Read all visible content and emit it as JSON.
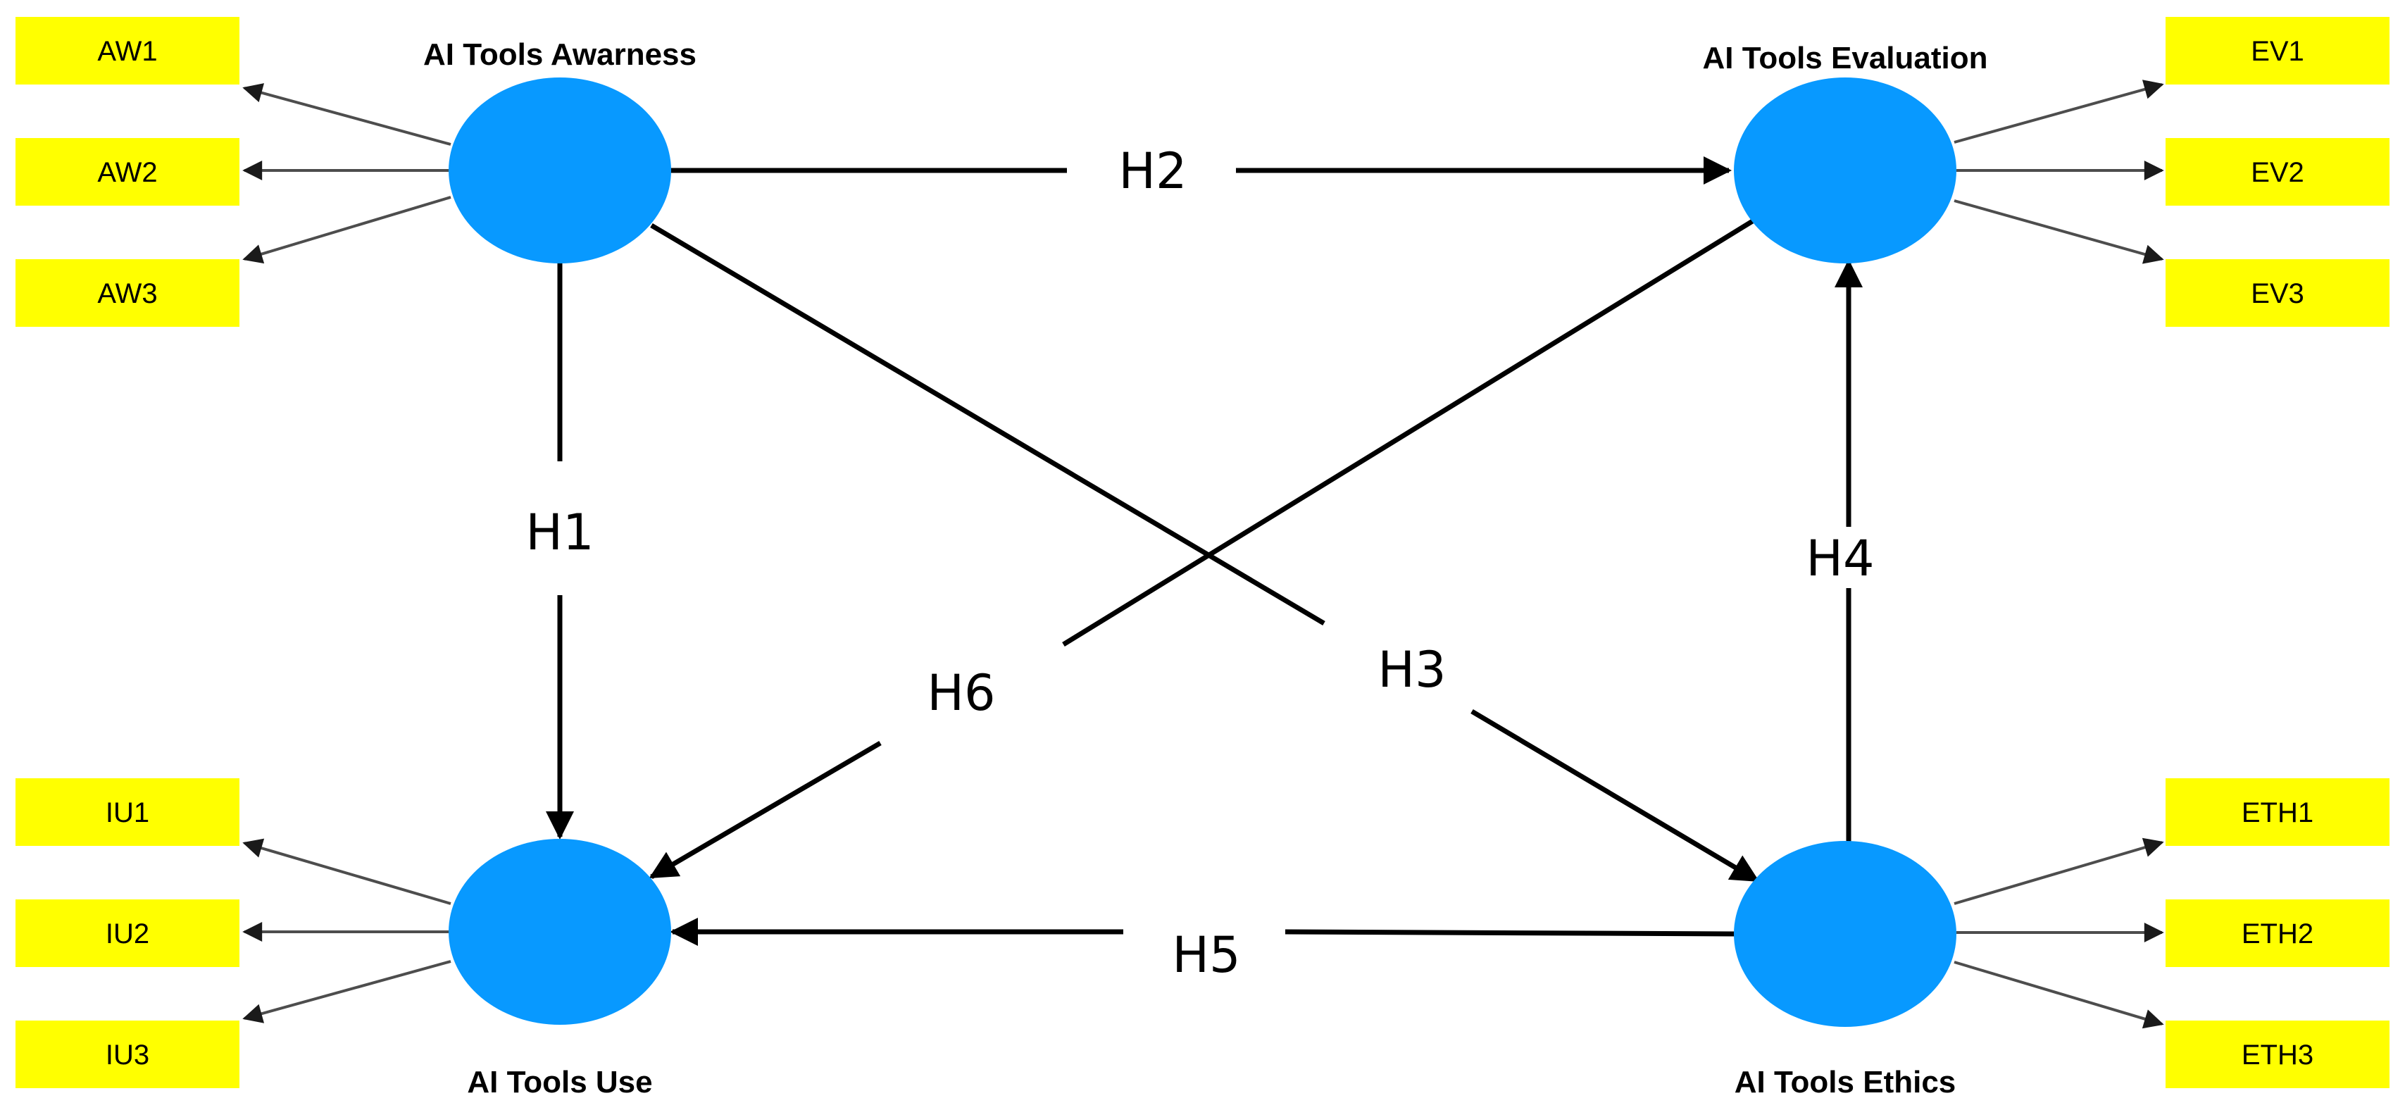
{
  "colors": {
    "construct_fill": "#0899FF",
    "indicator_fill": "#FFFF00",
    "structural_arrow": "#000000",
    "measurement_arrow": "#4D4D4D",
    "background": "#FFFFFF"
  },
  "constructs": {
    "awareness": "AI Tools Awarness",
    "evaluation": "AI Tools Evaluation",
    "use": "AI Tools Use",
    "ethics": "AI Tools Ethics"
  },
  "indicators": {
    "awareness": [
      "AW1",
      "AW2",
      "AW3"
    ],
    "evaluation": [
      "EV1",
      "EV2",
      "EV3"
    ],
    "use": [
      "IU1",
      "IU2",
      "IU3"
    ],
    "ethics": [
      "ETH1",
      "ETH2",
      "ETH3"
    ]
  },
  "hypotheses": {
    "h1": "H1",
    "h2": "H2",
    "h3": "H3",
    "h4": "H4",
    "h5": "H5",
    "h6": "H6"
  }
}
